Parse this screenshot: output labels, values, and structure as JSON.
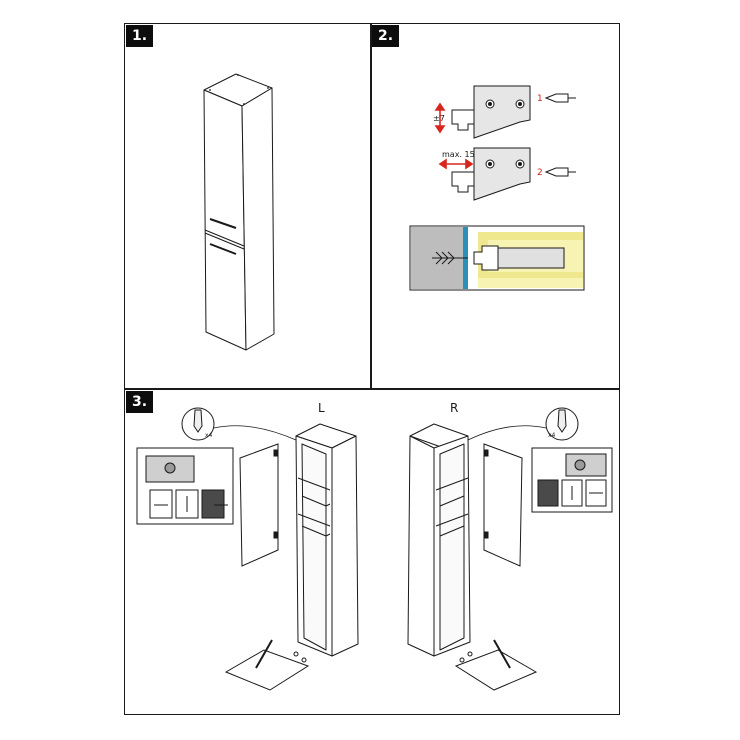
{
  "steps": {
    "step1": "1.",
    "step2": "2.",
    "step3": "3."
  },
  "step2_labels": {
    "vertical_adjust": "±7",
    "horizontal_adjust": "max. 15",
    "screw1_num": "1",
    "screw2_num": "2"
  },
  "step3_labels": {
    "left_variant": "L",
    "right_variant": "R",
    "hinge_count_left": "x4",
    "hinge_count_right": "x4"
  },
  "colors": {
    "line": "#1a1a1a",
    "accent_red": "#d6261e",
    "wall_gray": "#bdbdbd",
    "cabinet_yellow": "#f6f3b3",
    "rail_blue": "#2c8fb8",
    "bracket_gray": "#d9d9d9"
  },
  "icons": [
    "screwdriver-icon",
    "double-arrow-horizontal-icon",
    "double-arrow-vertical-icon",
    "screw-anchor-icon"
  ]
}
